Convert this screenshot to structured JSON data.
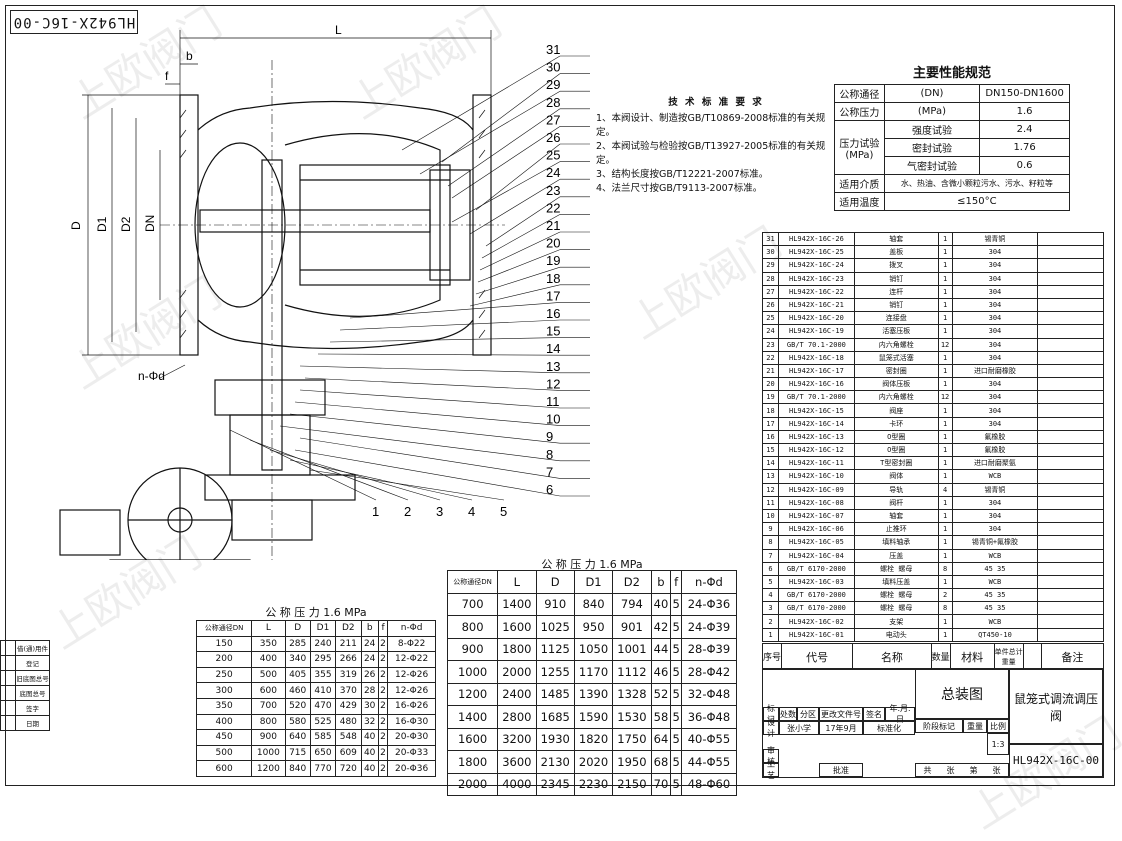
{
  "drawing_ref": "HL942X-16C-00",
  "watermark": "上欧阀门",
  "dimension_labels": {
    "L": "L",
    "b": "b",
    "f": "f",
    "D": "D",
    "D1": "D1",
    "D2": "D2",
    "DN": "DN",
    "bolt_holes": "n-Φd"
  },
  "leaders_right": [
    "31",
    "30",
    "29",
    "28",
    "27",
    "26",
    "25",
    "24",
    "23",
    "22",
    "21",
    "20",
    "19",
    "18",
    "17",
    "16",
    "15",
    "14",
    "13",
    "12",
    "11",
    "10",
    "9",
    "8",
    "7",
    "6"
  ],
  "leaders_bottom": [
    "1",
    "2",
    "3",
    "4",
    "5"
  ],
  "notes": {
    "title": "技 术 标 准 要 求",
    "items": [
      "1、本阀设计、制造按GB/T10869-2008标准的有关规定。",
      "2、本阀试验与检验按GB/T13927-2005标准的有关规定。",
      "3、结构长度按GB/T12221-2007标准。",
      "4、法兰尺寸按GB/T9113-2007标准。"
    ]
  },
  "performance": {
    "title": "主要性能规范",
    "rows": [
      {
        "label": "公称通径",
        "unit": "(DN)",
        "value": "DN150-DN1600"
      },
      {
        "label": "公称压力",
        "unit": "(MPa)",
        "value": "1.6"
      }
    ],
    "test_group": "压力试验",
    "test_unit": "(MPa)",
    "tests": [
      {
        "label": "强度试验",
        "value": "2.4"
      },
      {
        "label": "密封试验",
        "value": "1.76"
      },
      {
        "label": "气密封试验",
        "value": "0.6"
      }
    ],
    "medium_label": "适用介质",
    "medium_value": "水、热油、含微小颗粒污水、污水、籽粒等",
    "temp_label": "适用温度",
    "temp_value": "≤150°C"
  },
  "table_small": {
    "title": "公 称 压 力 1.6 MPa",
    "headers": [
      "公称通径DN",
      "L",
      "D",
      "D1",
      "D2",
      "b",
      "f",
      "n-Φd"
    ],
    "rows": [
      [
        "150",
        "350",
        "285",
        "240",
        "211",
        "24",
        "2",
        "8-Φ22"
      ],
      [
        "200",
        "400",
        "340",
        "295",
        "266",
        "24",
        "2",
        "12-Φ22"
      ],
      [
        "250",
        "500",
        "405",
        "355",
        "319",
        "26",
        "2",
        "12-Φ26"
      ],
      [
        "300",
        "600",
        "460",
        "410",
        "370",
        "28",
        "2",
        "12-Φ26"
      ],
      [
        "350",
        "700",
        "520",
        "470",
        "429",
        "30",
        "2",
        "16-Φ26"
      ],
      [
        "400",
        "800",
        "580",
        "525",
        "480",
        "32",
        "2",
        "16-Φ30"
      ],
      [
        "450",
        "900",
        "640",
        "585",
        "548",
        "40",
        "2",
        "20-Φ30"
      ],
      [
        "500",
        "1000",
        "715",
        "650",
        "609",
        "40",
        "2",
        "20-Φ33"
      ],
      [
        "600",
        "1200",
        "840",
        "770",
        "720",
        "40",
        "2",
        "20-Φ36"
      ]
    ]
  },
  "table_large": {
    "title": "公 称 压 力 1.6 MPa",
    "headers": [
      "公称通径DN",
      "L",
      "D",
      "D1",
      "D2",
      "b",
      "f",
      "n-Φd"
    ],
    "rows": [
      [
        "700",
        "1400",
        "910",
        "840",
        "794",
        "40",
        "5",
        "24-Φ36"
      ],
      [
        "800",
        "1600",
        "1025",
        "950",
        "901",
        "42",
        "5",
        "24-Φ39"
      ],
      [
        "900",
        "1800",
        "1125",
        "1050",
        "1001",
        "44",
        "5",
        "28-Φ39"
      ],
      [
        "1000",
        "2000",
        "1255",
        "1170",
        "1112",
        "46",
        "5",
        "28-Φ42"
      ],
      [
        "1200",
        "2400",
        "1485",
        "1390",
        "1328",
        "52",
        "5",
        "32-Φ48"
      ],
      [
        "1400",
        "2800",
        "1685",
        "1590",
        "1530",
        "58",
        "5",
        "36-Φ48"
      ],
      [
        "1600",
        "3200",
        "1930",
        "1820",
        "1750",
        "64",
        "5",
        "40-Φ55"
      ],
      [
        "1800",
        "3600",
        "2130",
        "2020",
        "1950",
        "68",
        "5",
        "44-Φ55"
      ],
      [
        "2000",
        "4000",
        "2345",
        "2230",
        "2150",
        "70",
        "5",
        "48-Φ60"
      ]
    ]
  },
  "bom": [
    [
      "31",
      "HL942X-16C-26",
      "轴套",
      "1",
      "锡青铜"
    ],
    [
      "30",
      "HL942X-16C-25",
      "盖板",
      "1",
      "304"
    ],
    [
      "29",
      "HL942X-16C-24",
      "拨叉",
      "1",
      "304"
    ],
    [
      "28",
      "HL942X-16C-23",
      "销钉",
      "1",
      "304"
    ],
    [
      "27",
      "HL942X-16C-22",
      "连杆",
      "1",
      "304"
    ],
    [
      "26",
      "HL942X-16C-21",
      "销钉",
      "1",
      "304"
    ],
    [
      "25",
      "HL942X-16C-20",
      "连接盘",
      "1",
      "304"
    ],
    [
      "24",
      "HL942X-16C-19",
      "活塞压板",
      "1",
      "304"
    ],
    [
      "23",
      "GB/T 70.1-2000",
      "内六角螺栓",
      "12",
      "304"
    ],
    [
      "22",
      "HL942X-16C-18",
      "鼠笼式活塞",
      "1",
      "304"
    ],
    [
      "21",
      "HL942X-16C-17",
      "密封圈",
      "1",
      "进口耐磨橡胶"
    ],
    [
      "20",
      "HL942X-16C-16",
      "阀体压板",
      "1",
      "304"
    ],
    [
      "19",
      "GB/T 70.1-2000",
      "内六角螺栓",
      "12",
      "304"
    ],
    [
      "18",
      "HL942X-16C-15",
      "阀座",
      "1",
      "304"
    ],
    [
      "17",
      "HL942X-16C-14",
      "卡环",
      "1",
      "304"
    ],
    [
      "16",
      "HL942X-16C-13",
      "O型圈",
      "1",
      "氟橡胶"
    ],
    [
      "15",
      "HL942X-16C-12",
      "O型圈",
      "1",
      "氟橡胶"
    ],
    [
      "14",
      "HL942X-16C-11",
      "T型密封圈",
      "1",
      "进口耐磨聚氨"
    ],
    [
      "13",
      "HL942X-16C-10",
      "阀体",
      "1",
      "WCB"
    ],
    [
      "12",
      "HL942X-16C-09",
      "导轨",
      "4",
      "锡青铜"
    ],
    [
      "11",
      "HL942X-16C-08",
      "阀杆",
      "1",
      "304"
    ],
    [
      "10",
      "HL942X-16C-07",
      "轴套",
      "1",
      "304"
    ],
    [
      "9",
      "HL942X-16C-06",
      "止推环",
      "1",
      "304"
    ],
    [
      "8",
      "HL942X-16C-05",
      "填料轴承",
      "1",
      "锡青铜+氟橡胶"
    ],
    [
      "7",
      "HL942X-16C-04",
      "压盖",
      "1",
      "WCB"
    ],
    [
      "6",
      "GB/T 6170-2000",
      "螺栓 螺母",
      "8",
      "45 35"
    ],
    [
      "5",
      "HL942X-16C-03",
      "填料压盖",
      "1",
      "WCB"
    ],
    [
      "4",
      "GB/T 6170-2000",
      "螺栓 螺母",
      "2",
      "45 35"
    ],
    [
      "3",
      "GB/T 6170-2000",
      "螺栓 螺母",
      "8",
      "45 35"
    ],
    [
      "2",
      "HL942X-16C-02",
      "支架",
      "1",
      "WCB"
    ],
    [
      "1",
      "HL942X-16C-01",
      "电动头",
      "1",
      "QT450-10"
    ]
  ],
  "bom_header": [
    "序号",
    "代号",
    "名称",
    "数量",
    "材料",
    "单件",
    "总计",
    "备注"
  ],
  "bom_header_sub": "重量",
  "title_block": {
    "assembly": "总装图",
    "product_name": "鼠笼式调流调压阀",
    "drawing_no": "HL942X-16C-00",
    "scale": "1:3",
    "row1": [
      "标记",
      "处数",
      "分区",
      "更改文件号",
      "签名",
      "年.月.日"
    ],
    "designer": "设计",
    "designer_name": "张小学",
    "date": "17年9月",
    "std": "标准化",
    "stage": "阶段标记",
    "weight": "重量",
    "ratio": "比例",
    "review": "审核",
    "craft": "工艺",
    "approve": "批准",
    "sheets": [
      "共",
      "张",
      "第",
      "张"
    ]
  },
  "left_strip": [
    "借(通)用件",
    "登记",
    "旧底图总号",
    "底图总号",
    "签字",
    "日期"
  ]
}
